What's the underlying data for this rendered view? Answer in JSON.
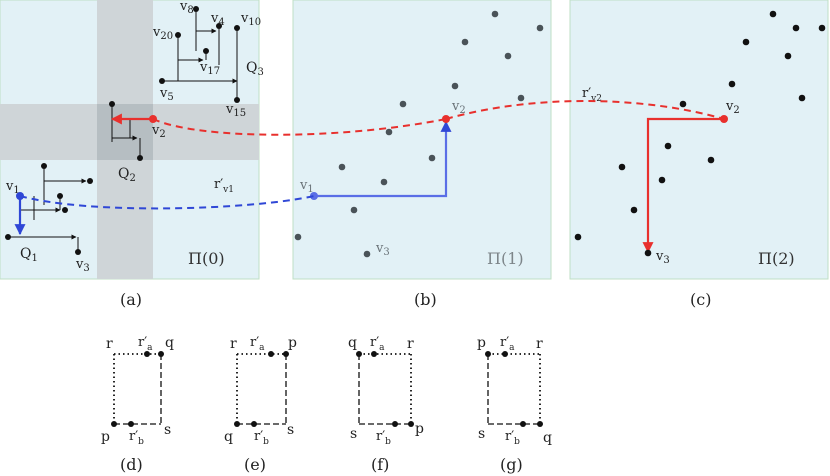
{
  "panels": {
    "a": {
      "caption": "(a)",
      "region_label": "Π(0)",
      "vertices": [
        "v1",
        "v2",
        "v3",
        "v4",
        "v5",
        "v8",
        "v10",
        "v15",
        "v17",
        "v20"
      ],
      "quadrants": [
        "Q1",
        "Q2",
        "Q3"
      ],
      "ray_label": "r′v1"
    },
    "b": {
      "caption": "(b)",
      "region_label": "Π(1)",
      "vertices": [
        "v1",
        "v2",
        "v3"
      ]
    },
    "c": {
      "caption": "(c)",
      "region_label": "Π(2)",
      "vertices": [
        "v2",
        "v3"
      ],
      "ray_label": "r′v2"
    }
  },
  "rects": {
    "d": {
      "caption": "(d)",
      "corners": {
        "top_left": "r",
        "top_right": "q",
        "bottom_left": "p",
        "bottom_right": "s"
      },
      "marks": {
        "top": "r′a",
        "bottom": "r′b"
      }
    },
    "e": {
      "caption": "(e)",
      "corners": {
        "top_left": "r",
        "top_right": "p",
        "bottom_left": "q",
        "bottom_right": "s"
      },
      "marks": {
        "top": "r′a",
        "bottom": "r′b"
      }
    },
    "f": {
      "caption": "(f)",
      "corners": {
        "top_left": "q",
        "top_right": "r",
        "bottom_left": "s",
        "bottom_right": "p"
      },
      "marks": {
        "top": "r′a",
        "bottom": "r′b"
      }
    },
    "g": {
      "caption": "(g)",
      "corners": {
        "top_left": "p",
        "top_right": "r",
        "bottom_left": "s",
        "bottom_right": "q"
      },
      "marks": {
        "top": "r′a",
        "bottom": "r′b"
      }
    }
  },
  "colors": {
    "panel_bg": "#e2f1f6",
    "panel_border": "#bfdfc5",
    "shade": "#cfd5d8",
    "shade_dark": "#b6bec2",
    "red": "#e8302d",
    "blue": "#2f47d6",
    "blue_light": "#5a6ee6",
    "grey_point": "#4a5358",
    "black": "#111111"
  }
}
